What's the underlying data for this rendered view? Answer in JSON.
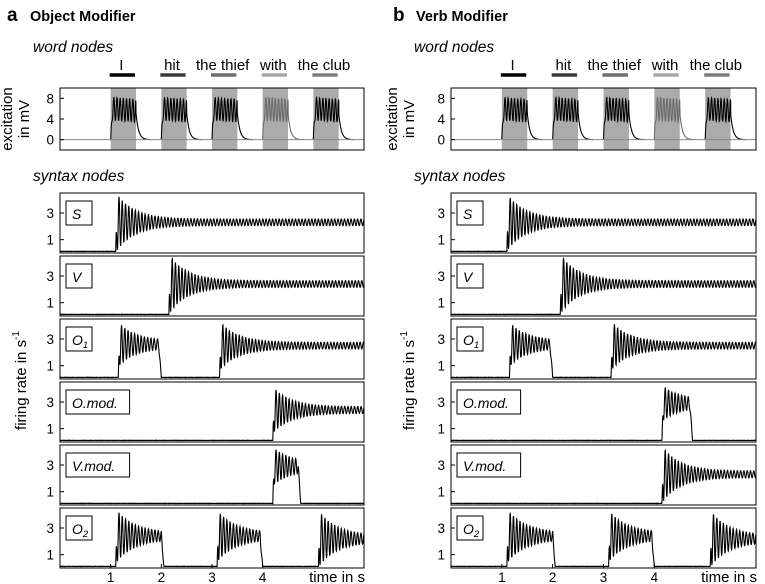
{
  "panels": [
    {
      "letter": "a",
      "title": "Object Modifier"
    },
    {
      "letter": "b",
      "title": "Verb Modifier"
    }
  ],
  "word_nodes_label": "word nodes",
  "syntax_nodes_label": "syntax nodes",
  "excitation_axis_label": [
    "excitation",
    "in mV"
  ],
  "firing_axis_label": "firing rate in s",
  "firing_axis_sup": "-1",
  "time_axis_label": "time in s",
  "colors": {
    "word_I": "#000000",
    "word_hit": "#3a3a3a",
    "word_the_thief": "#6e6e6e",
    "word_with": "#a8a8a8",
    "word_the_club": "#7d7d7d",
    "shade": "#ababab",
    "trace": "#000000"
  },
  "chart_data": [
    {
      "type": "line",
      "panel": "a",
      "title": "Object Modifier",
      "xlabel": "time in s",
      "xlim": [
        0,
        6
      ],
      "x_ticks": [
        1,
        2,
        3,
        4
      ],
      "word_nodes": {
        "ylabel": "excitation in mV",
        "ylim": [
          -2,
          10
        ],
        "y_ticks": [
          0,
          4,
          8
        ],
        "words": [
          {
            "label": "I",
            "start": 1.0,
            "end": 1.5
          },
          {
            "label": "hit",
            "start": 2.0,
            "end": 2.5
          },
          {
            "label": "the thief",
            "start": 3.0,
            "end": 3.5
          },
          {
            "label": "with",
            "start": 4.0,
            "end": 4.5
          },
          {
            "label": "the club",
            "start": 5.0,
            "end": 5.5
          }
        ]
      },
      "syntax_nodes": {
        "ylabel": "firing rate in s^-1",
        "ylim": [
          0,
          4.5
        ],
        "y_ticks": [
          1,
          3
        ],
        "nodes": [
          {
            "name": "S",
            "sub": "",
            "segments": [
              [
                1.1,
                6.0,
                2.3,
                4.3
              ]
            ]
          },
          {
            "name": "V",
            "sub": "",
            "segments": [
              [
                2.15,
                6.0,
                2.4,
                4.4
              ]
            ]
          },
          {
            "name": "O",
            "sub": "1",
            "segments": [
              [
                1.15,
                2.0,
                2.6,
                4.0
              ],
              [
                3.15,
                6.0,
                2.5,
                4.1
              ]
            ]
          },
          {
            "name": "O.mod.",
            "sub": "",
            "segments": [
              [
                4.2,
                6.0,
                2.4,
                3.9
              ]
            ]
          },
          {
            "name": "V.mod.",
            "sub": "",
            "segments": [
              [
                4.2,
                4.75,
                2.9,
                4.1
              ]
            ]
          },
          {
            "name": "O",
            "sub": "2",
            "segments": [
              [
                1.1,
                2.05,
                2.4,
                4.2
              ],
              [
                3.1,
                4.0,
                2.4,
                4.1
              ],
              [
                5.1,
                6.0,
                2.2,
                4.1
              ]
            ]
          }
        ]
      }
    },
    {
      "type": "line",
      "panel": "b",
      "title": "Verb Modifier",
      "xlabel": "time in s",
      "xlim": [
        0,
        6
      ],
      "x_ticks": [
        1,
        2,
        3,
        4
      ],
      "word_nodes": {
        "ylabel": "excitation in mV",
        "ylim": [
          -2,
          10
        ],
        "y_ticks": [
          0,
          4,
          8
        ],
        "words": [
          {
            "label": "I",
            "start": 1.0,
            "end": 1.5
          },
          {
            "label": "hit",
            "start": 2.0,
            "end": 2.5
          },
          {
            "label": "the thief",
            "start": 3.0,
            "end": 3.5
          },
          {
            "label": "with",
            "start": 4.0,
            "end": 4.5
          },
          {
            "label": "the club",
            "start": 5.0,
            "end": 5.5
          }
        ]
      },
      "syntax_nodes": {
        "ylabel": "firing rate in s^-1",
        "ylim": [
          0,
          4.5
        ],
        "y_ticks": [
          1,
          3
        ],
        "nodes": [
          {
            "name": "S",
            "sub": "",
            "segments": [
              [
                1.1,
                6.0,
                2.3,
                4.2
              ]
            ]
          },
          {
            "name": "V",
            "sub": "",
            "segments": [
              [
                2.15,
                6.0,
                2.4,
                4.4
              ]
            ]
          },
          {
            "name": "O",
            "sub": "1",
            "segments": [
              [
                1.15,
                2.0,
                2.6,
                4.0
              ],
              [
                3.15,
                6.0,
                2.5,
                4.1
              ]
            ]
          },
          {
            "name": "O.mod.",
            "sub": "",
            "segments": [
              [
                4.15,
                4.75,
                2.9,
                4.0
              ]
            ]
          },
          {
            "name": "V.mod.",
            "sub": "",
            "segments": [
              [
                4.15,
                6.0,
                2.3,
                4.2
              ]
            ]
          },
          {
            "name": "O",
            "sub": "2",
            "segments": [
              [
                1.1,
                2.05,
                2.4,
                4.2
              ],
              [
                3.1,
                4.0,
                2.4,
                4.1
              ],
              [
                5.1,
                6.0,
                2.2,
                4.1
              ]
            ]
          }
        ]
      }
    }
  ]
}
